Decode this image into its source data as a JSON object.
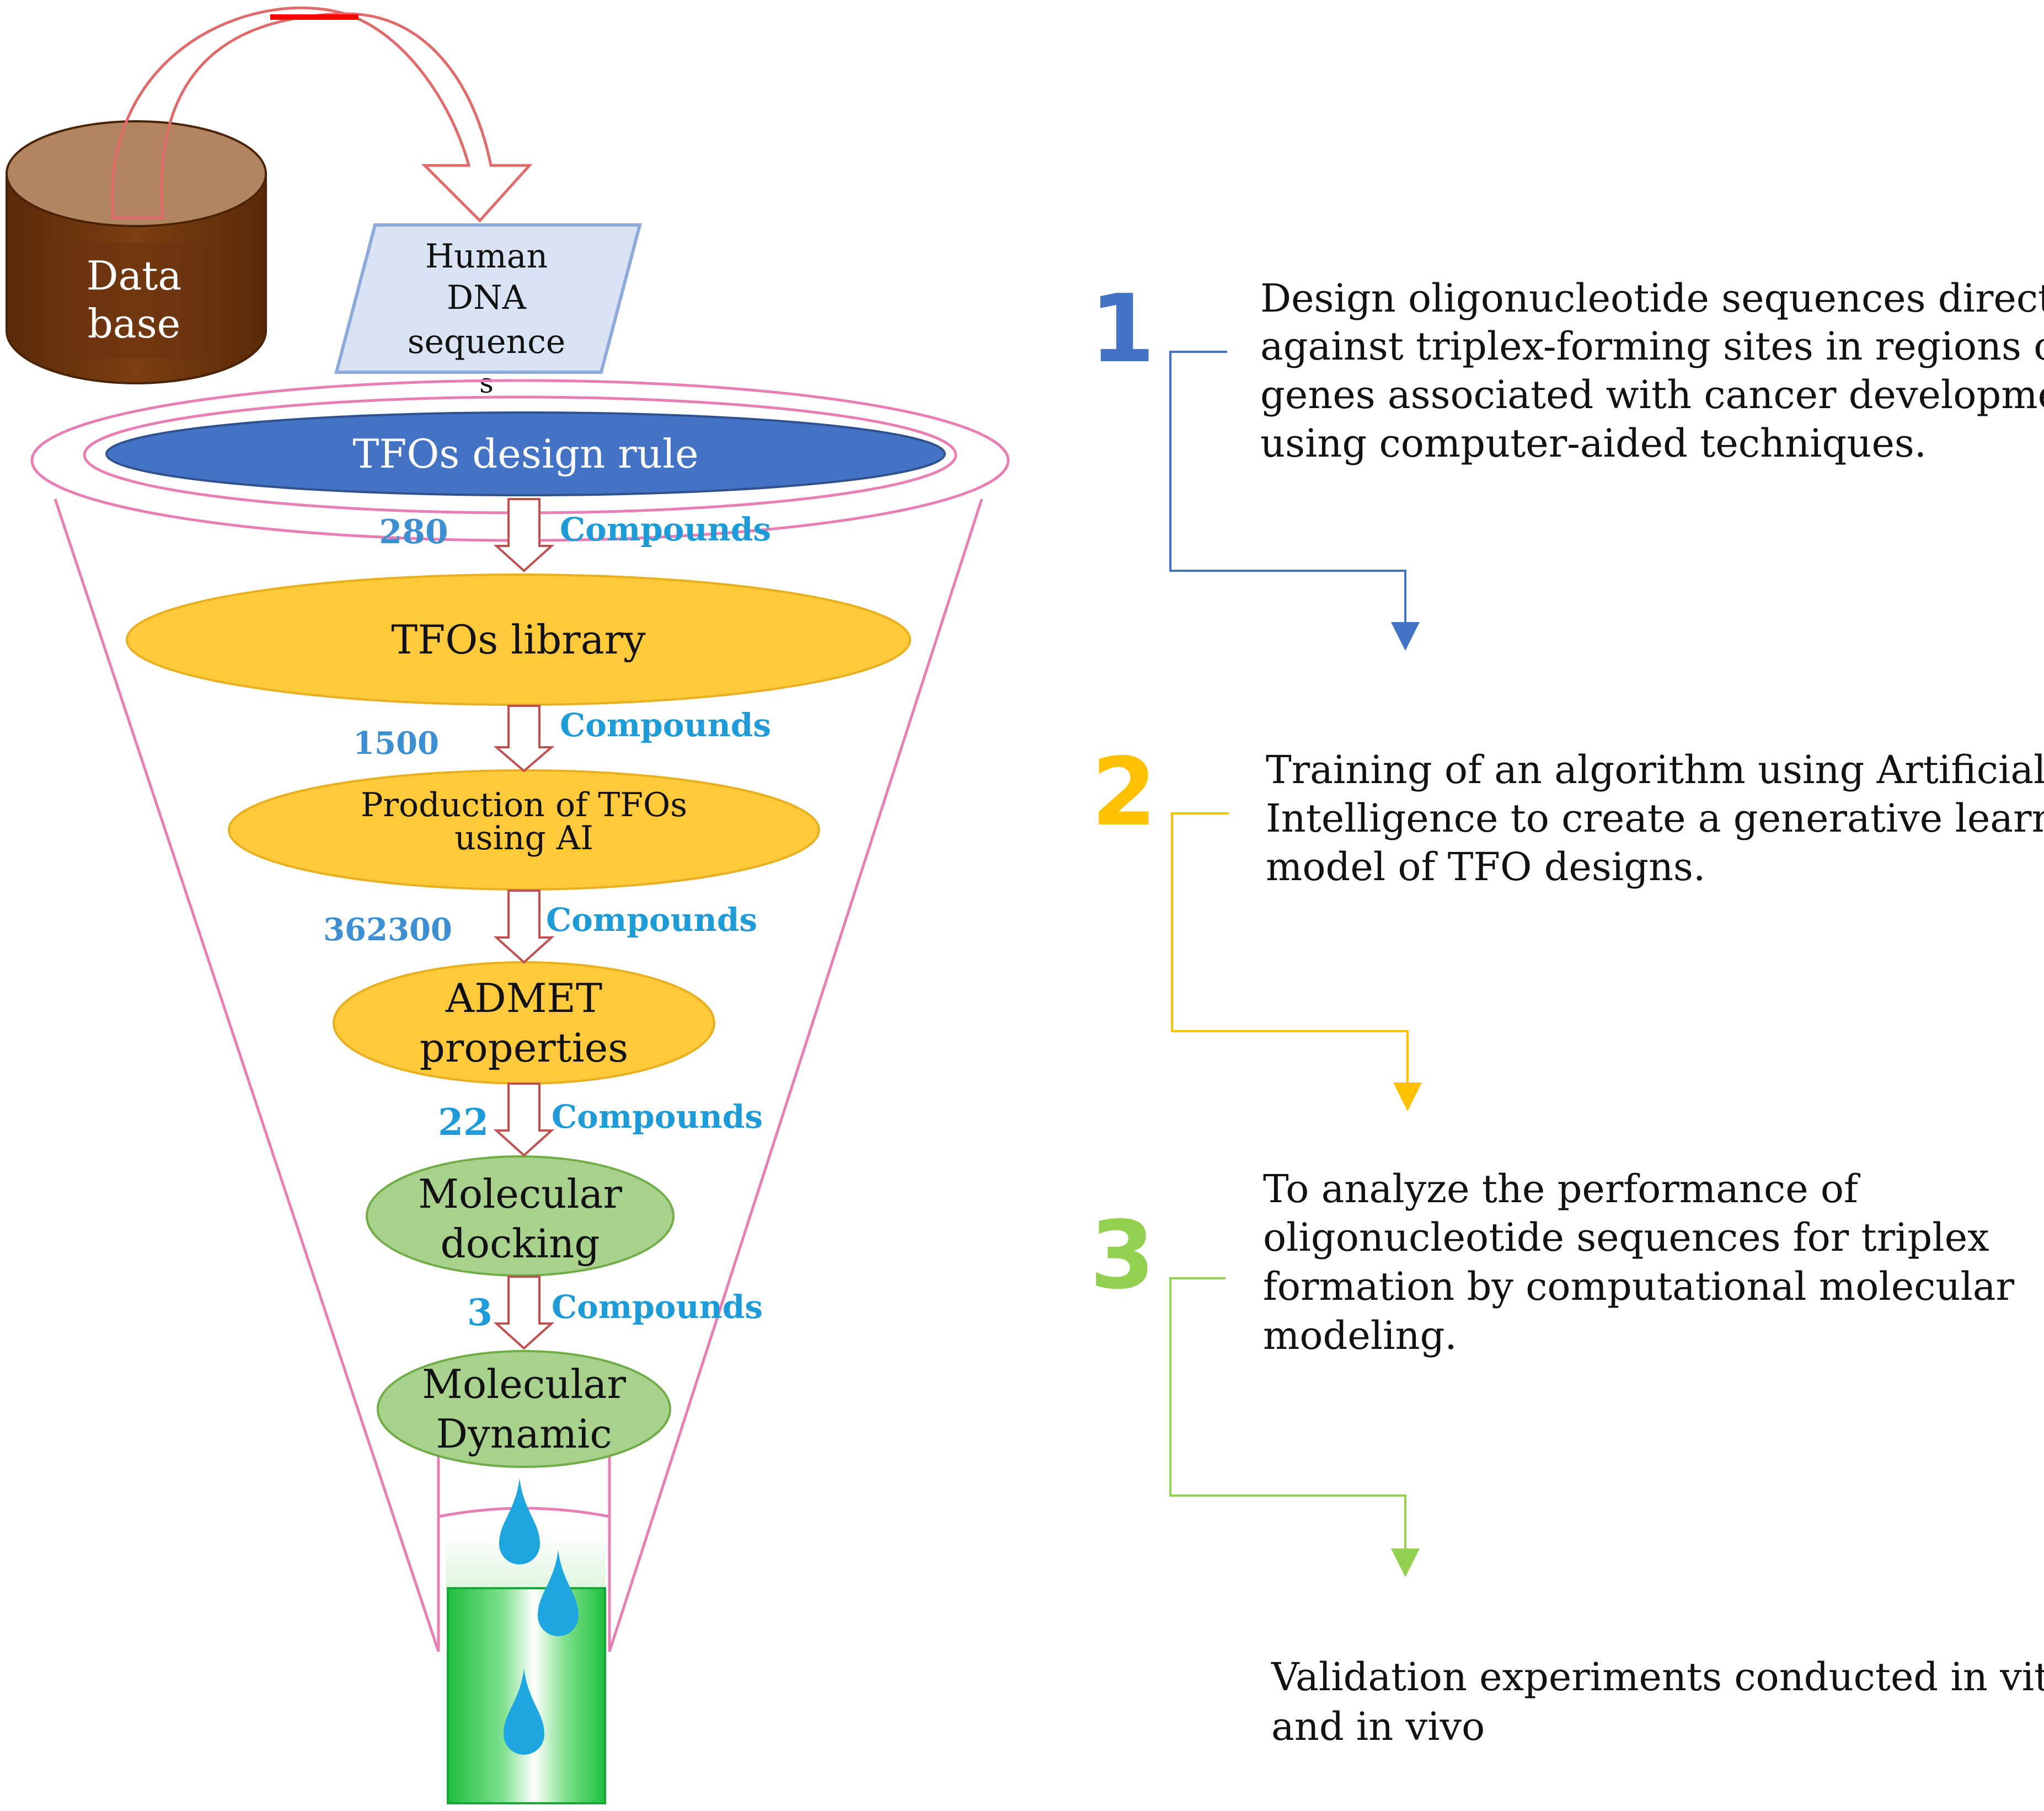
{
  "database": {
    "line1": "Data",
    "line2": "base"
  },
  "human_dna": {
    "line1": "Human",
    "line2": "DNA",
    "line3": "sequence",
    "line4": "s"
  },
  "funnel": {
    "stages": [
      {
        "label": "TFOs design rule"
      },
      {
        "label": "TFOs library"
      },
      {
        "line1": "Production of TFOs",
        "line2": "using AI"
      },
      {
        "line1": "ADMET",
        "line2": "properties"
      },
      {
        "line1": "Molecular",
        "line2": "docking"
      },
      {
        "line1": "Molecular",
        "line2": "Dynamic"
      }
    ],
    "counts": [
      {
        "value": "280",
        "unit": "Compounds"
      },
      {
        "value": "1500",
        "unit": "Compounds"
      },
      {
        "value": "362300",
        "unit": "Compounds"
      },
      {
        "value": "22",
        "unit": "Compounds"
      },
      {
        "value": "3",
        "unit": "Compounds"
      }
    ]
  },
  "steps": [
    {
      "number": "1",
      "color": "#4472c4",
      "lines": [
        "Design oligonucleotide sequences directed",
        "against triplex-forming sites in regions of",
        "genes associated with cancer development",
        "using computer-aided techniques."
      ]
    },
    {
      "number": "2",
      "color": "#ffc000",
      "lines": [
        "Training of an algorithm using Artificial",
        "Intelligence to create a generative learning",
        "model of TFO designs."
      ]
    },
    {
      "number": "3",
      "color": "#92d050",
      "lines": [
        "To analyze the performance of",
        "oligonucleotide sequences for triplex",
        "formation by computational molecular",
        "modeling."
      ]
    }
  ],
  "validation": {
    "lines": [
      "Validation experiments conducted in vitro",
      "and in vivo"
    ]
  },
  "colors": {
    "funnel_outline": "#e87fb4",
    "design_rule_fill": "#4472c4",
    "yellow_stage_fill": "#ffc93c",
    "green_stage_fill": "#a9d18e",
    "count_color": "#1f9bd8",
    "arrow_outline": "#c0504d",
    "drop_color": "#1ea6e0",
    "beaker_green": "#22c84a",
    "database_fill": "#7b3f12"
  }
}
